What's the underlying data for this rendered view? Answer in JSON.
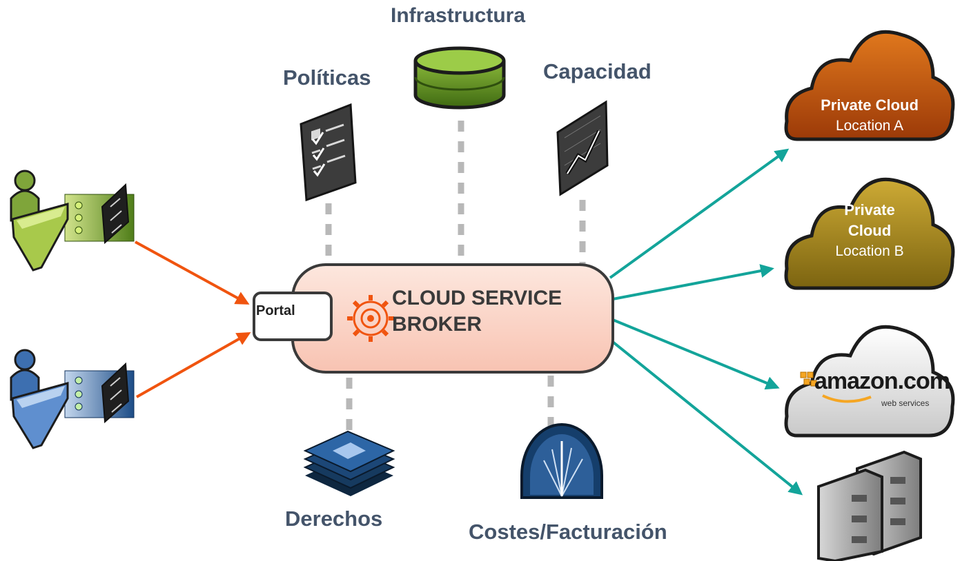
{
  "labels": {
    "infraestructura": "Infrastructura",
    "politicas": "Políticas",
    "capacidad": "Capacidad",
    "derechos": "Derechos",
    "costes": "Costes/Facturación"
  },
  "broker": {
    "line1": "CLOUD SERVICE",
    "line2": "BROKER",
    "portal": "Portal"
  },
  "clouds": {
    "a": {
      "title": "Private Cloud",
      "location": "Location A"
    },
    "b": {
      "title_line1": "Private",
      "title_line2": "Cloud",
      "location": "Location B"
    },
    "amazon": {
      "logo": "amazon.com",
      "sub": "web services"
    }
  },
  "colors": {
    "user_arrow": "#f0540f",
    "cloud_arrow": "#13a49a",
    "connector": "#b8b8b8",
    "broker_fill": "#fbd4c8",
    "cloud_a": "#c1520f",
    "cloud_b": "#a9891d",
    "label_text": "#44546a"
  },
  "icons": {
    "users": [
      "green-user-workflow-icon",
      "blue-user-workflow-icon"
    ],
    "top": [
      "policy-checklist-icon",
      "database-cylinder-icon",
      "capacity-chart-icon"
    ],
    "bottom": [
      "documents-stack-icon",
      "gauge-meter-icon"
    ],
    "targets": [
      "private-cloud-a-icon",
      "private-cloud-b-icon",
      "amazon-cloud-icon",
      "server-rack-icon"
    ]
  }
}
